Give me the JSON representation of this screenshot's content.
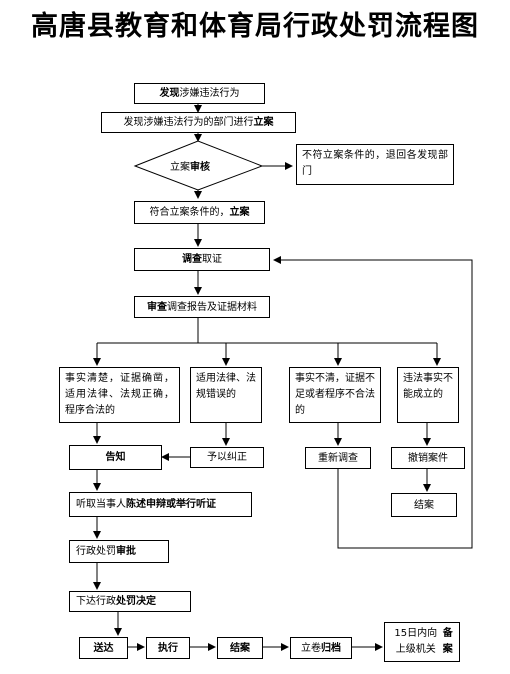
{
  "title": "高唐县教育和体育局行政处罚流程图",
  "nodes": {
    "discover": [
      "发现",
      "涉嫌违法行为"
    ],
    "file_case": [
      "发现涉嫌违法行为的部门进行",
      "立案"
    ],
    "review": [
      "立案",
      "审核"
    ],
    "return": "不符立案条件的，退回各发现部门",
    "accept": [
      "符合立案条件的，",
      "立案"
    ],
    "investigate": [
      "调查",
      "取证"
    ],
    "examine": [
      "审查",
      "调查报告及证据材料"
    ],
    "case_clear": "事实清楚，证据确凿，适用法律、法规正确，程序合法的",
    "law_error": "适用法律、法规错误的",
    "unclear": "事实不清，证据不足或者程序不合法的",
    "illegal": "违法事实不能成立的",
    "notify": "告知",
    "correct": "予以纠正",
    "reinvestigate": "重新调查",
    "revoke": "撤销案件",
    "close1": "结案",
    "hearing": [
      "听取当事人",
      "陈述申辩或举行听证"
    ],
    "approve": [
      "行政处罚",
      "审批"
    ],
    "decide": [
      "下达行政",
      "处罚决定"
    ],
    "deliver": "送达",
    "execute": "执行",
    "close2": "结案",
    "archive": [
      "立卷",
      "归档"
    ],
    "report": [
      "15日内向上级机关",
      "备案"
    ]
  }
}
